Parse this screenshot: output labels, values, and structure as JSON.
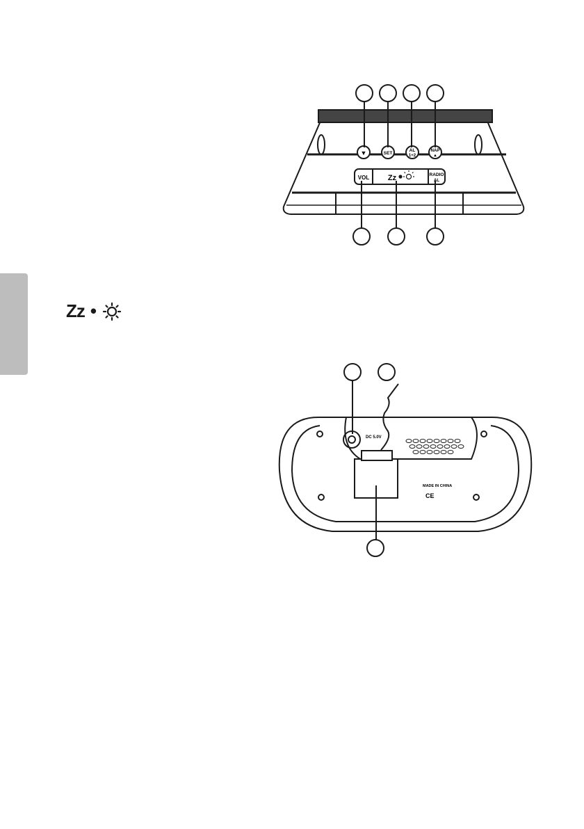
{
  "colors": {
    "side_tab": "#bdbdbd",
    "line": "#1a1a1a"
  },
  "legend_symbol": {
    "zz_text": "Zz",
    "dot": "•",
    "icon": "light-bulb-icon"
  },
  "top_view": {
    "buttons": [
      {
        "label": "▼"
      },
      {
        "label": "SET"
      },
      {
        "label_line1": "AL",
        "label_line2": "1+2"
      },
      {
        "label_line1": "NAP",
        "label_line2": "▲"
      }
    ],
    "bar": {
      "vol": "VOL",
      "snooze_light_text": "Zz",
      "radio_line1": "RADIO",
      "radio_line2": "AL"
    }
  },
  "back_view": {
    "dc_label": "DC 5.0V",
    "made_in": "MADE IN CHINA",
    "ce": "CE"
  }
}
